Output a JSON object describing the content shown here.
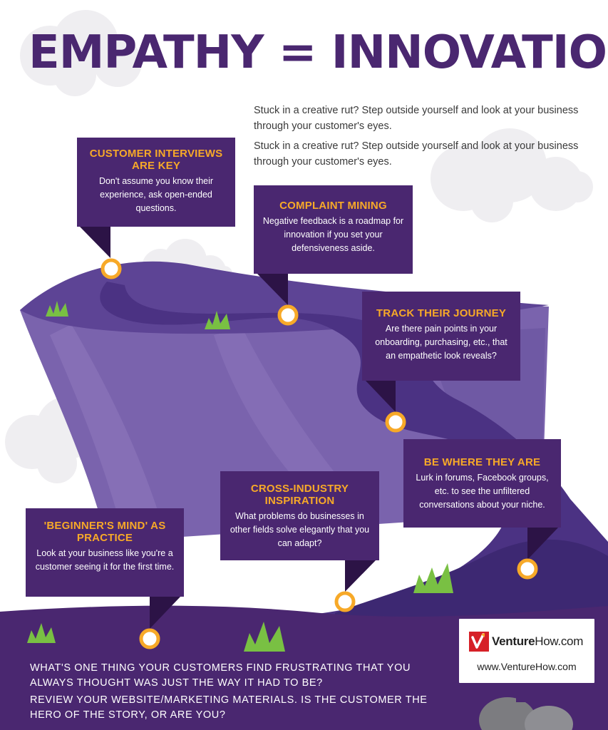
{
  "header": {
    "title": "EMPATHY = INNOVATION",
    "intro_1": "Stuck in a creative rut? Step outside yourself and look at your business through your customer's eyes.",
    "intro_2": "Stuck in a creative rut? Step outside yourself and look at your business through your customer's eyes."
  },
  "cards": [
    {
      "title": "CUSTOMER INTERVIEWS ARE KEY",
      "body": "Don't assume you know their experience, ask open-ended questions."
    },
    {
      "title": "COMPLAINT MINING",
      "body": "Negative feedback is a roadmap for innovation if you set your defensiveness aside."
    },
    {
      "title": "TRACK THEIR JOURNEY",
      "body": "Are there pain points in your onboarding, purchasing, etc., that an empathetic look reveals?"
    },
    {
      "title": "BE WHERE THEY ARE",
      "body": "Lurk in forums, Facebook groups, etc. to see the unfiltered conversations about your niche."
    },
    {
      "title": "CROSS-INDUSTRY INSPIRATION",
      "body": "What problems do businesses in other fields solve elegantly that you can adapt?"
    },
    {
      "title": "'BEGINNER'S MIND' AS PRACTICE",
      "body": "Look at your business like you're a customer seeing it for the first time."
    }
  ],
  "questions": {
    "q1": "WHAT'S ONE THING YOUR CUSTOMERS FIND FRUSTRATING THAT YOU ALWAYS THOUGHT WAS JUST THE WAY IT HAD TO BE?",
    "q2": "REVIEW YOUR WEBSITE/MARKETING MATERIALS. IS THE CUSTOMER THE HERO OF THE STORY, OR ARE YOU?"
  },
  "logo": {
    "name_bold": "Venture",
    "name_rest": "How.com",
    "url": "www.VentureHow.com",
    "icon": "venturehow-logo-icon"
  },
  "colors": {
    "primary_purple": "#4a2770",
    "accent_orange": "#f7a928",
    "cliff_purple": "#7a63ad",
    "road_purple": "#4b3283",
    "grass_green": "#79c043",
    "cloud_gray": "#efeef1"
  }
}
